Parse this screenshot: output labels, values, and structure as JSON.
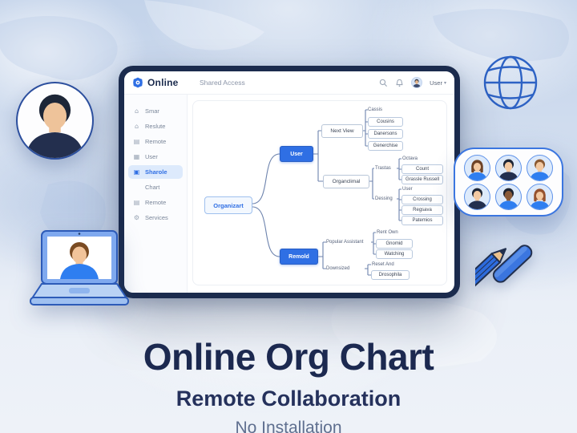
{
  "palette": {
    "accent_blue": "#2f6fe4",
    "frame_navy": "#1b2b4d",
    "background_blue": "#c6d5eb",
    "title_navy": "#1c2950",
    "tagline_gray": "#5f6f8f"
  },
  "hero": {
    "title": "Online Org Chart",
    "subtitle": "Remote Collaboration",
    "tagline": "No Installation"
  },
  "app": {
    "brand": {
      "name": "Online",
      "logo_icon": "gear-logo-icon"
    },
    "nav_label": "Shared Access",
    "topbar": {
      "icons": [
        "search-icon",
        "bell-icon",
        "avatar"
      ],
      "user_label": "User"
    },
    "sidebar": {
      "items": [
        {
          "label": "Smar",
          "icon": "buildings-icon",
          "glyph": "⌂",
          "active": false
        },
        {
          "label": "Reslute",
          "icon": "home-icon",
          "glyph": "⌂",
          "active": false
        },
        {
          "label": "Remote",
          "icon": "document-icon",
          "glyph": "▤",
          "active": false
        },
        {
          "label": "User",
          "icon": "calendar-icon",
          "glyph": "▦",
          "active": false
        },
        {
          "label": "Sharole",
          "icon": "briefcase-icon",
          "glyph": "▣",
          "active": true
        },
        {
          "label": "Chart",
          "icon": "none",
          "glyph": "",
          "active": false
        },
        {
          "label": "Remote",
          "icon": "folder-icon",
          "glyph": "▤",
          "active": false
        },
        {
          "label": "Services",
          "icon": "gear-icon",
          "glyph": "⚙",
          "active": false
        }
      ]
    },
    "orgchart": {
      "root": "Organizart",
      "node_user": "User",
      "node_remold": "Remold",
      "box_next_view": "Next View",
      "box_organclimal": "Organclimal",
      "leaves_a": [
        "Cassis",
        "Cousins",
        "Danersons",
        "Generchise"
      ],
      "label_trastas": "Trastas",
      "leaves_b": [
        "Octava",
        "Count",
        "Grassle Russell"
      ],
      "label_dessing": "Dessing",
      "leaves_c": [
        "User",
        "Crossing",
        "Regsava",
        "Patemios"
      ],
      "label_popular": "Popular Assistant",
      "leaves_d": [
        "Rent Own",
        "Gnomid",
        "Watching"
      ],
      "label_downsized": "Downsized",
      "leaves_e": [
        "Reset And",
        "Drosophila"
      ]
    }
  }
}
